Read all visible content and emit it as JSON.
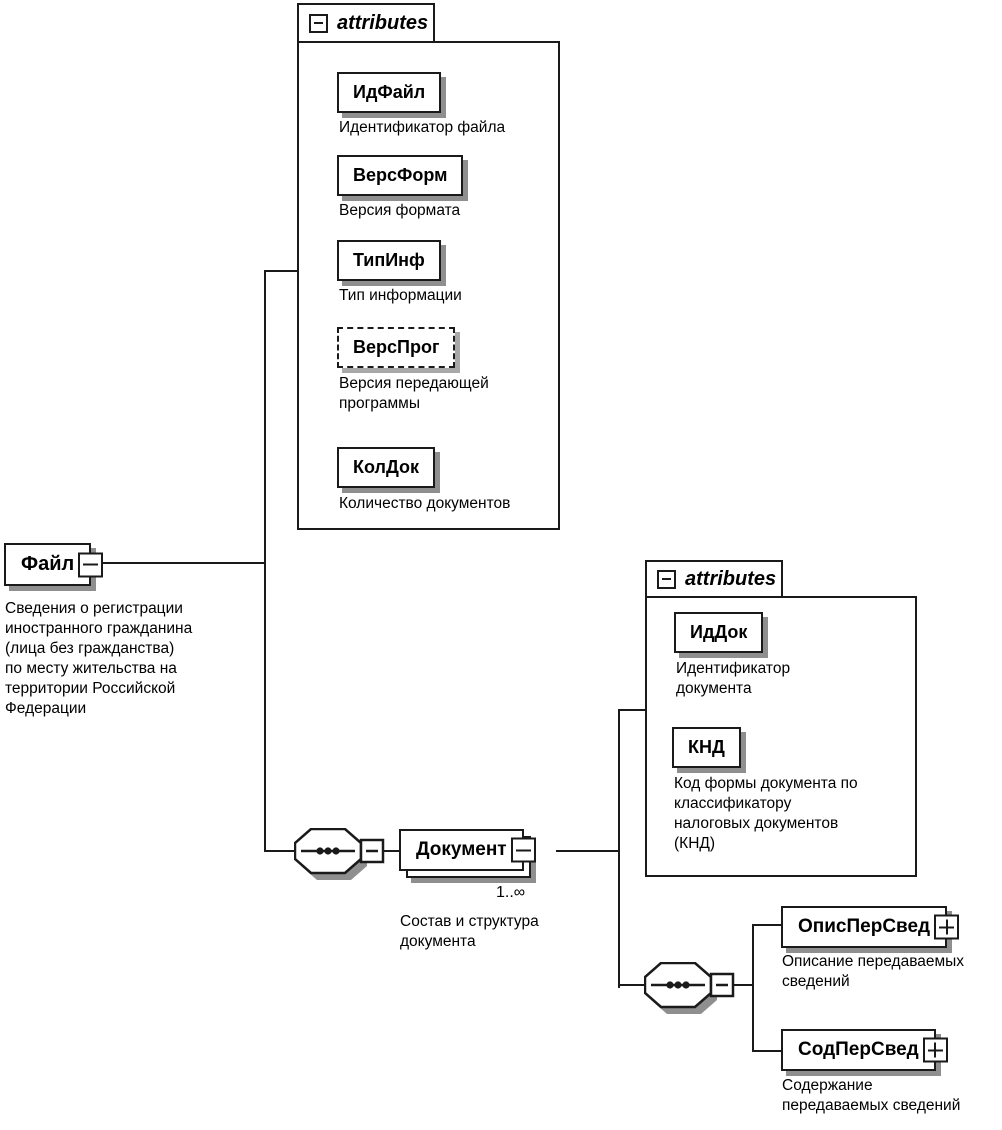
{
  "diagram": {
    "attributes_tab_label": "attributes",
    "file_element": {
      "label": "Файл",
      "description": "Сведения о регистрации\nиностранного гражданина\n(лица без гражданства)\nпо месту жительства на\nтерритории Российской\nФедерации"
    },
    "file_attributes": {
      "items": [
        {
          "name": "ИдФайл",
          "description": "Идентификатор файла"
        },
        {
          "name": "ВерсФорм",
          "description": "Версия формата"
        },
        {
          "name": "ТипИнф",
          "description": "Тип информации"
        },
        {
          "name": "ВерсПрог",
          "description": "Версия передающей\nпрограммы",
          "optional": true
        },
        {
          "name": "КолДок",
          "description": "Количество документов"
        }
      ]
    },
    "document_element": {
      "label": "Документ",
      "cardinality": "1..∞",
      "description": "Состав и структура\nдокумента"
    },
    "document_attributes": {
      "items": [
        {
          "name": "ИдДок",
          "description": "Идентификатор\nдокумента"
        },
        {
          "name": "КНД",
          "description": "Код формы документа по\nклассификатору\nналоговых документов\n(КНД)"
        }
      ]
    },
    "document_children": [
      {
        "name": "ОписПерСвед",
        "description": "Описание передаваемых\nсведений"
      },
      {
        "name": "СодПерСвед",
        "description": "Содержание\nпередаваемых сведений"
      }
    ],
    "colors": {
      "line": "#1a1a1a",
      "shadow": "#8f8f8f",
      "background": "#ffffff"
    }
  }
}
